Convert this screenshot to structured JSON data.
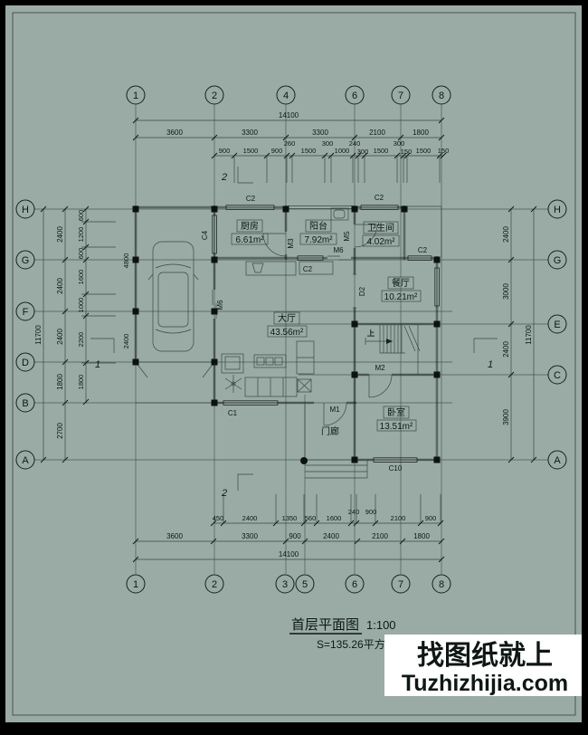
{
  "colors": {
    "background": "#9aaba5",
    "line": "#141b17",
    "watermark_blue": "#2525b6"
  },
  "title": {
    "name": "首层平面图",
    "scale": "1:100",
    "area": "S=135.26平方米"
  },
  "watermark": {
    "line1": "找图纸就上",
    "line2": "Tuzhizhijia.com"
  },
  "grid": {
    "top": [
      "1",
      "2",
      "4",
      "6",
      "7",
      "8"
    ],
    "bottom": [
      "1",
      "2",
      "3",
      "5",
      "6",
      "7",
      "8"
    ],
    "left": [
      "H",
      "G",
      "F",
      "D",
      "B",
      "A"
    ],
    "right": [
      "H",
      "G",
      "E",
      "C",
      "A"
    ]
  },
  "dims": {
    "top_total": "14100",
    "top_major": [
      "3600",
      "3300",
      "3300",
      "2100",
      "1800"
    ],
    "top_minor": [
      "900",
      "1500",
      "900",
      "260",
      "1500",
      "300",
      "1000",
      "240",
      "300",
      "1500",
      "300",
      "150",
      "1500",
      "150"
    ],
    "left_total": "11700",
    "left_major": [
      "2400",
      "2400",
      "2400",
      "1800",
      "2700"
    ],
    "left_minor": [
      "600",
      "1200",
      "600",
      "1600",
      "1000",
      "2200",
      "1800"
    ],
    "left_inner": [
      "4800",
      "2400"
    ],
    "right_total": "11700",
    "right_major": [
      "2400",
      "3000",
      "2400",
      "3900"
    ],
    "bottom_total": "14100",
    "bottom_major": [
      "3600",
      "3300",
      "900",
      "2400",
      "2100",
      "1800"
    ],
    "bottom_minor": [
      "450",
      "2400",
      "1350",
      "560",
      "1600",
      "240",
      "900",
      "2100",
      "900"
    ],
    "section_1": "1",
    "section_2": "2"
  },
  "rooms": {
    "kitchen": {
      "name": "厨房",
      "area": "6.61m²"
    },
    "balcony": {
      "name": "阳台",
      "area": "7.92m²"
    },
    "bathroom": {
      "name": "卫生间",
      "area": "4.02m²"
    },
    "dining": {
      "name": "餐厅",
      "area": "10.21m²"
    },
    "hall": {
      "name": "大厅",
      "area": "43.56m²"
    },
    "bedroom": {
      "name": "卧室",
      "area": "13.51m²"
    },
    "porch": {
      "name": "门廊"
    }
  },
  "openings": {
    "c1": "C1",
    "c2": "C2",
    "c4": "C4",
    "c10": "C10",
    "m1": "M1",
    "m2": "M2",
    "m3": "M3",
    "m5": "M5",
    "m6": "M6",
    "d2": "D2"
  },
  "stairs": {
    "up": "上"
  }
}
